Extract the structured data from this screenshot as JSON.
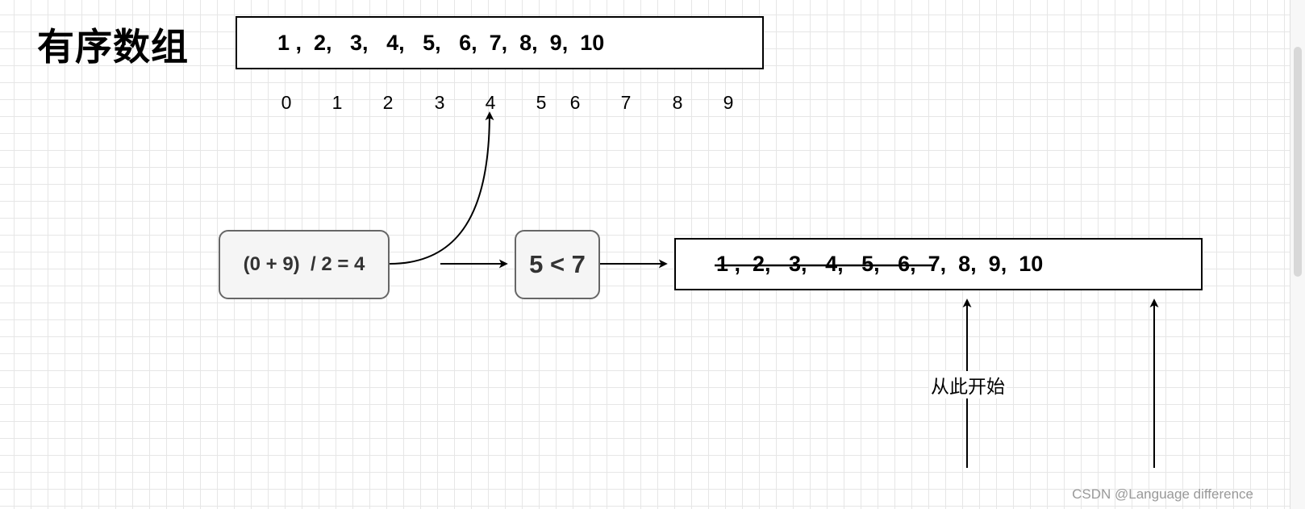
{
  "title": "有序数组",
  "top_array": {
    "text": "1 ,  2,   3,   4,   5,   6,  7,  8,  9,  10"
  },
  "indices": [
    "0",
    "1",
    "2",
    "3",
    "4",
    "5",
    "6",
    "7",
    "8",
    "9"
  ],
  "calc_box": {
    "text": "(0 + 9)  / 2 = 4"
  },
  "compare_box": {
    "text": "5 < 7"
  },
  "bottom_array": {
    "struck_text": "1 ,  2,   3,   4,   5",
    "rest_text": ",   6,  7,  8,  9,  10"
  },
  "start_label": "从此开始",
  "watermark": "CSDN @Language difference"
}
